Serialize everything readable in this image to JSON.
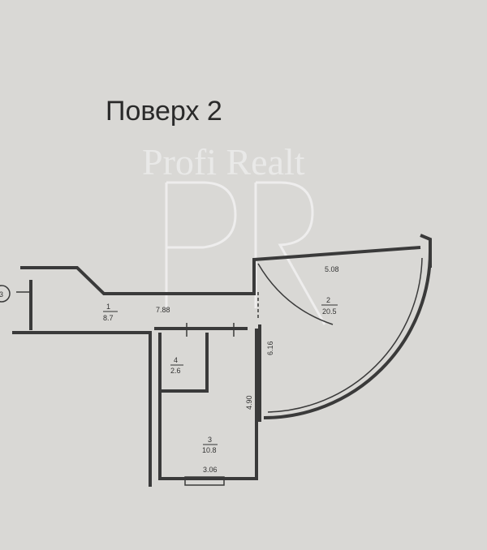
{
  "title": "Поверх 2",
  "watermark": {
    "monogram": "PR",
    "text": "Profi Realt"
  },
  "axis_marker": "3",
  "rooms": [
    {
      "number": "1",
      "area": "8.7"
    },
    {
      "number": "2",
      "area": "20.5"
    },
    {
      "number": "3",
      "area": "10.8"
    },
    {
      "number": "4",
      "area": "2.6"
    }
  ],
  "dimensions": {
    "corridor_length": "7.88",
    "room2_width": "5.08",
    "room2_depth": "6.16",
    "room3_length": "4.90",
    "room3_width": "3.06"
  }
}
